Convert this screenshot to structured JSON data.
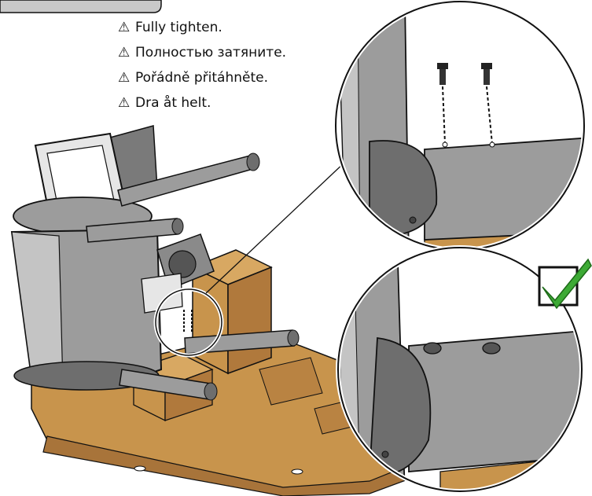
{
  "instructions": [
    {
      "icon": "warning-icon",
      "text": "Fully tighten."
    },
    {
      "icon": "warning-icon",
      "text": "Полностью затяните."
    },
    {
      "icon": "warning-icon",
      "text": "Pořádně přitáhněte."
    },
    {
      "icon": "warning-icon",
      "text": "Dra åt helt."
    }
  ],
  "warning_glyph": "⚠",
  "colors": {
    "cardboard": "#C8944C",
    "cardboard_dark": "#A8743A",
    "frame_grey": "#9C9C9C",
    "frame_dark": "#6E6E6E",
    "frame_light": "#C4C4C4",
    "check_green": "#3DAA35",
    "outline": "#111111"
  },
  "icons": {
    "bolt": "bolt-icon",
    "check": "checkmark-icon"
  }
}
